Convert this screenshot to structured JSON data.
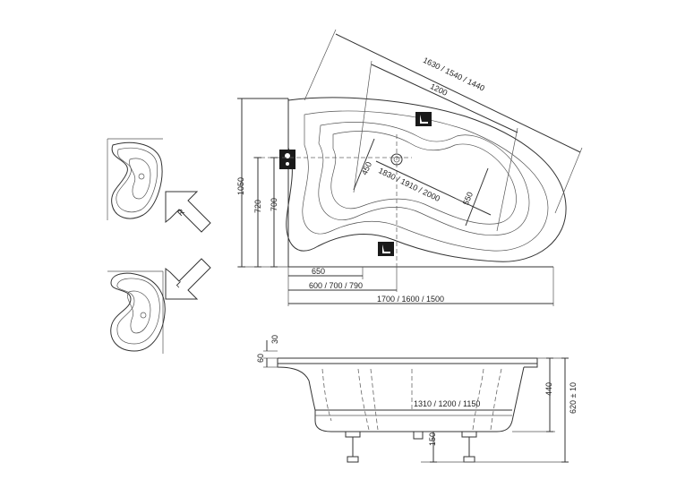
{
  "dimensions": {
    "diag_length": "1630 / 1540 / 1440",
    "diag_inner": "1200",
    "width_total": "1700 / 1600 / 1500",
    "width_inner": "600 / 700 / 790",
    "width_front": "650",
    "height_total": "1050",
    "height_mid": "720",
    "height_inner": "700",
    "basin_length": "1830 / 1910 / 2000",
    "basin_width_a": "450",
    "basin_width_b": "550",
    "rim_height": "30",
    "apron_height": "60",
    "side_length": "1310 / 1200 / 1150",
    "depth": "440",
    "total_height": "620 ± 10",
    "leg_height": "150"
  },
  "variant_marks": {
    "right": "R",
    "left": "L"
  },
  "icons": [
    "headrest-icon",
    "drain-icon",
    "overflow-icon"
  ]
}
